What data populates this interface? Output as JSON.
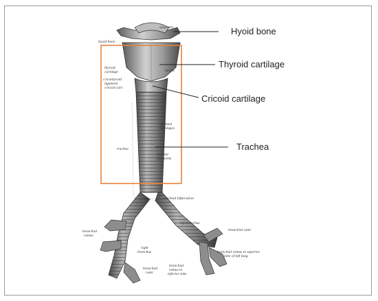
{
  "callouts": {
    "hyoid": "Hyoid bone",
    "thyroid": "Thyroid cartilage",
    "cricoid": "Cricoid cartilage",
    "trachea": "Trachea"
  },
  "small_labels": {
    "epiglottis": "epiglottis",
    "hyoid_bone": "hyoid bone",
    "thyroid_cartilage_1": "thyroid",
    "thyroid_cartilage_2": "cartilage",
    "larynx": "larynx",
    "cricothyroid_1": "cricothyroid",
    "cricothyroid_2": "ligament",
    "cricoid_cart": "cricoid cart.",
    "tracheal_cartilages_1": "tracheal",
    "tracheal_cartilages_2": "cartilages",
    "trachea": "trachea",
    "annular_1": "annular",
    "annular_2": "ligaments",
    "tracheal_bifurcation": "tracheal bifurcation",
    "left_bronchus": "left bronchus",
    "bronchial_rami": "bronchial rami",
    "bronchial_rami_left_1": "bronchial",
    "bronchial_rami_left_2": "ramus",
    "right_bronchus_1": "right",
    "right_bronchus_2": "bronchus",
    "bronchial_rami_bottom_1": "bronchial",
    "bronchial_rami_bottom_2": "rami",
    "bronchial_ramus_inferior_1": "bronchial",
    "bronchial_ramus_inferior_2": "ramus to",
    "bronchial_ramus_inferior_3": "inferior lobe",
    "bronchial_ramus_superior_1": "bronchial ramus to superior",
    "bronchial_ramus_superior_2": "lobe of left lung"
  },
  "colors": {
    "highlight_box": "#e8823a",
    "leader_line": "#222222",
    "frame": "#9a9a9a"
  }
}
